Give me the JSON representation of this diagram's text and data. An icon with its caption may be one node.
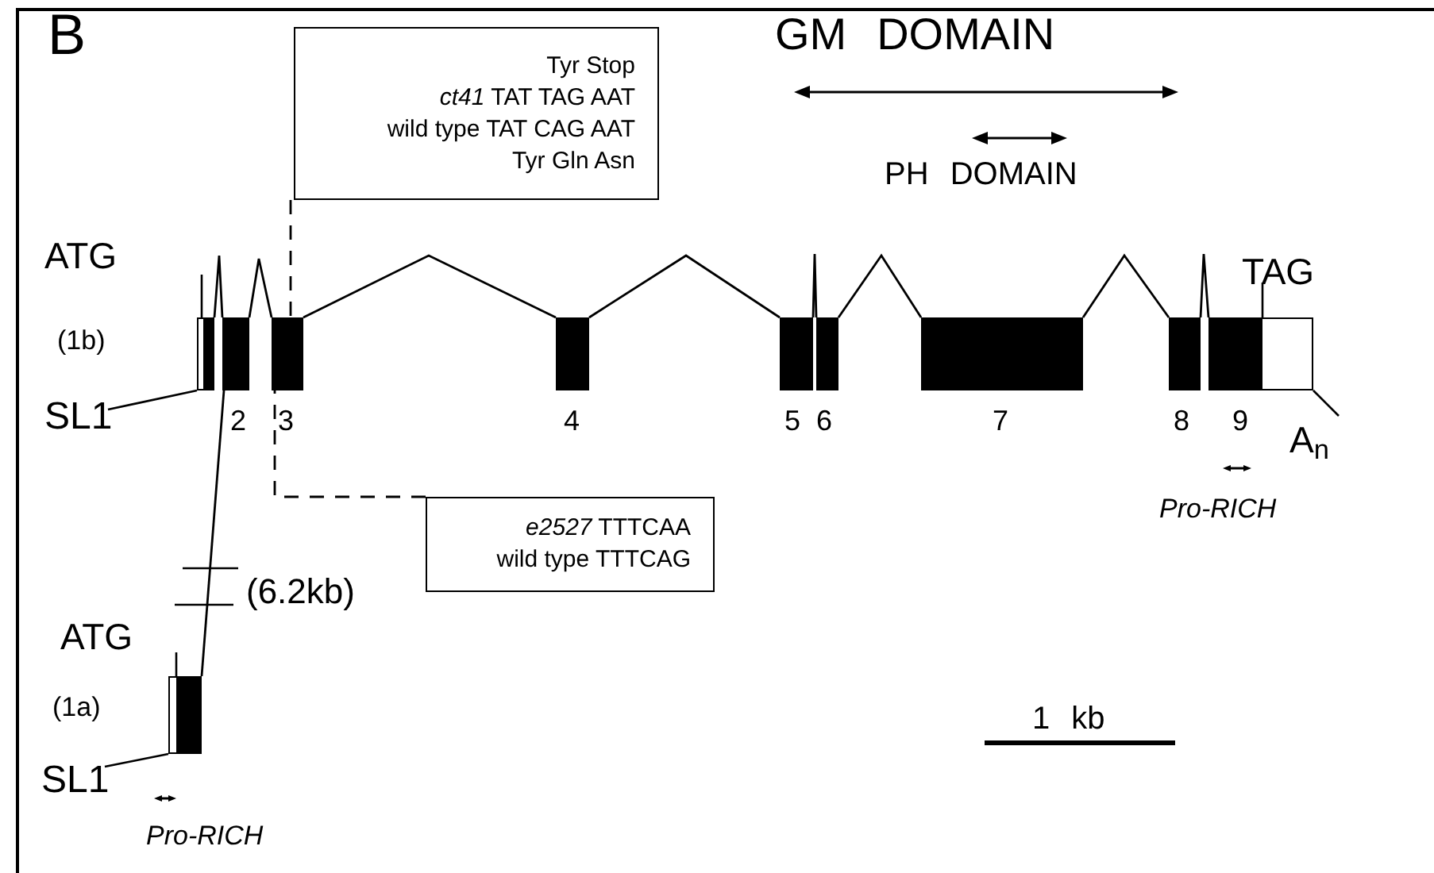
{
  "diagram": {
    "nodes": [
      {
        "text": [
          "Tyr Stop",
          "*ct41* TAT TAG AAT",
          "wild type TAT CAG AAT",
          "Tyr Gln Asn"
        ]
      },
      {
        "text": [],
        "shape": "bar"
      },
      {
        "text": [],
        "shape": "bar",
        "beside": [
          "2"
        ]
      },
      {
        "text": [],
        "shape": "bar",
        "beside": [
          "3"
        ]
      },
      {
        "text": [],
        "shape": "bar",
        "beside": [
          "4"
        ]
      },
      {
        "text": [],
        "shape": "bar",
        "beside": [
          "5"
        ]
      },
      {
        "text": [],
        "shape": "bar",
        "beside": [
          "6"
        ]
      },
      {
        "text": [],
        "shape": "bar",
        "beside": [
          "7"
        ]
      },
      {
        "text": [],
        "shape": "bar",
        "beside": [
          "8"
        ]
      },
      {
        "text": [],
        "shape": "bar",
        "beside": [
          "9"
        ]
      },
      {
        "text": [
          "SL1"
        ]
      },
      {
        "text": [
          "*e2527* TTTCAA",
          "wild type TTTCAG"
        ]
      },
      {
        "text": [],
        "shape": "bar"
      },
      {
        "text": [
          "SL1"
        ]
      }
    ],
    "edges": [
      {
        "from": 0,
        "to": 3,
        "arrow": "none",
        "style": "dashed"
      },
      {
        "from": 1,
        "to": 2,
        "arrow": "none"
      },
      {
        "from": 2,
        "to": 3,
        "arrow": "none"
      },
      {
        "from": 3,
        "to": 4,
        "arrow": "none"
      },
      {
        "from": 4,
        "to": 5,
        "arrow": "none"
      },
      {
        "from": 5,
        "to": 6,
        "arrow": "none"
      },
      {
        "from": 6,
        "to": 7,
        "arrow": "none"
      },
      {
        "from": 7,
        "to": 8,
        "arrow": "none"
      },
      {
        "from": 8,
        "to": 9,
        "arrow": "none"
      },
      {
        "from": 10,
        "to": 1,
        "arrow": "none"
      },
      {
        "from": 11,
        "to": 3,
        "arrow": "none",
        "style": "dashed"
      },
      {
        "from": 12,
        "to": 2,
        "arrow": "none"
      },
      {
        "from": 13,
        "to": 12,
        "arrow": "none"
      }
    ],
    "labels": [
      "B",
      "GM DOMAIN",
      "PH DOMAIN",
      "ATG",
      "(1b)",
      "TAG",
      "A$_{n}$",
      "Pro-RICH",
      "(6.2kb)",
      "ATG",
      "(1a)",
      "Pro-RICH",
      "1 kb"
    ]
  }
}
